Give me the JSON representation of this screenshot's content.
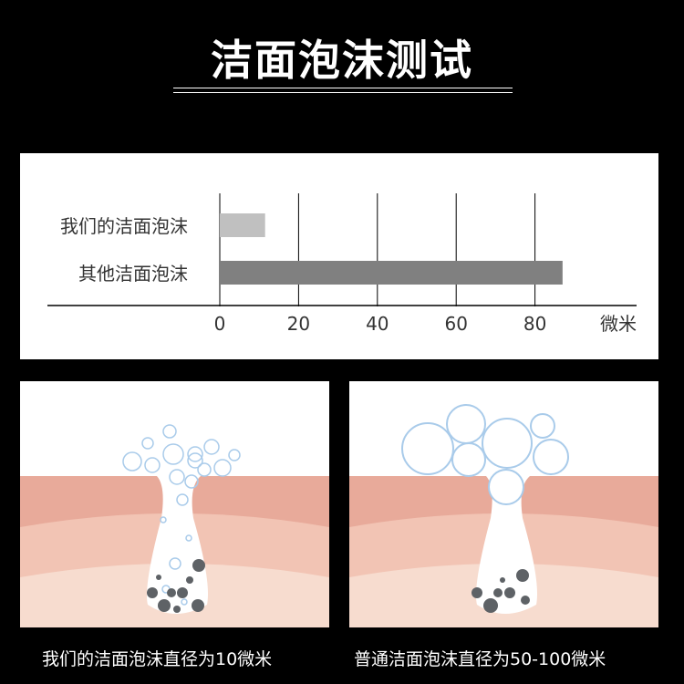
{
  "title": "洁面泡沫测试",
  "chart_data": {
    "type": "bar",
    "orientation": "horizontal",
    "categories": [
      "我们的洁面泡沫",
      "其他洁面泡沫"
    ],
    "values": [
      11.5,
      87
    ],
    "colors": [
      "#c0c0c0",
      "#808080"
    ],
    "xticks": [
      0,
      20,
      40,
      60,
      80
    ],
    "xunit": "微米",
    "xlim": [
      0,
      100
    ],
    "grid": true
  },
  "captions": {
    "left": "我们的洁面泡沫直径为10微米",
    "right": "普通洁面泡沫直径为50-100微米"
  }
}
